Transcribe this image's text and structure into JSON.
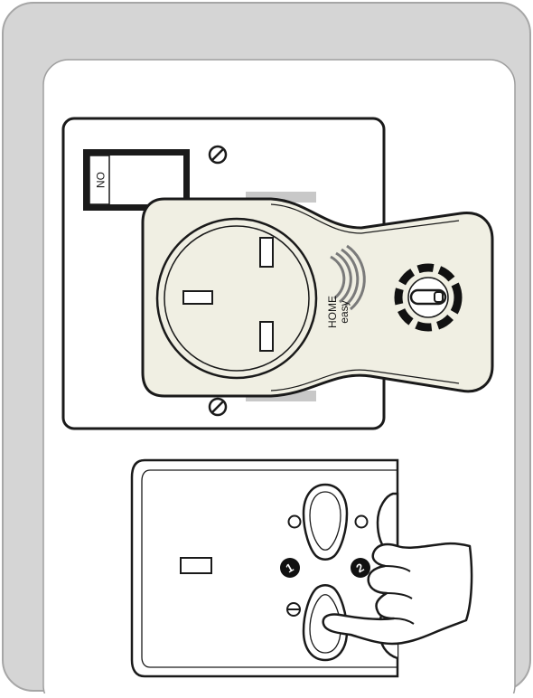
{
  "wall_switch": {
    "switch_label": "ON"
  },
  "adapter": {
    "brand_line1": "HOME",
    "brand_line2": "easy"
  },
  "remote": {
    "channel_1_label": "1",
    "channel_2_label": "2"
  },
  "colors": {
    "outer_panel": "#d5d5d5",
    "inner_panel": "#ffffff",
    "adapter_body": "#f0efe3",
    "line": "#1a1a1a",
    "led_ring": "#111111",
    "skin": "#ffffff"
  }
}
